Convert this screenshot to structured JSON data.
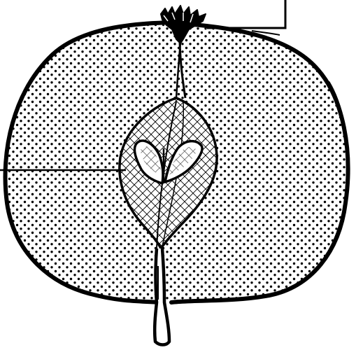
{
  "figure": {
    "subject": "apple-cross-section",
    "colors": {
      "ink": "#000000",
      "paper": "#ffffff"
    },
    "parts": {
      "calyx": "calyx",
      "flesh": "flesh-stipple",
      "core": "core-crosshatch",
      "seeds": "seed-pair",
      "stem": "stem"
    },
    "leader_lines": [
      "calyx-leader",
      "core-leader"
    ],
    "labels": []
  }
}
